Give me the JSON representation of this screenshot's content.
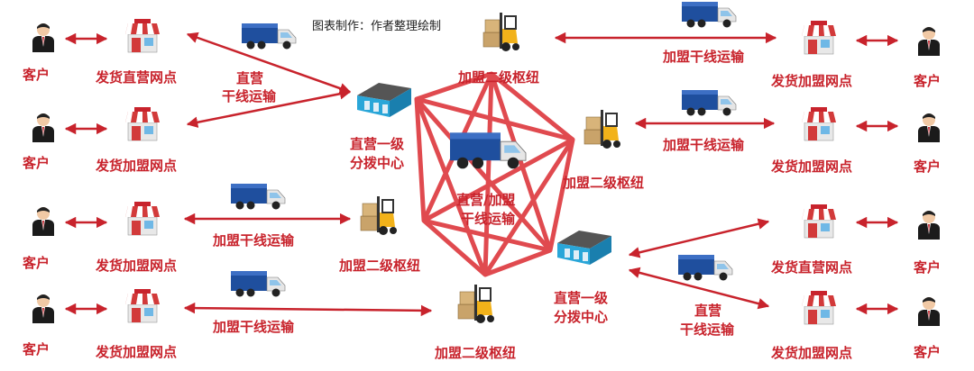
{
  "caption": "图表制作：作者整理绘制",
  "colors": {
    "accent": "#c8232c",
    "truck": "#1f4f9e",
    "warehouse": "#2aa6d8",
    "forklift": "#f2b21a",
    "box": "#c9a36a"
  },
  "labels": {
    "customer": "客户",
    "direct_outlet": "发货直营网点",
    "franchise_outlet": "发货加盟网点",
    "direct_center": [
      "直营一级",
      "分拨中心"
    ],
    "franchise_hub": "加盟二级枢纽",
    "direct_trunk": [
      "直营",
      "干线运输"
    ],
    "franchise_trunk": "加盟干线运输",
    "mixed_trunk": [
      "直营/加盟",
      "干线运输"
    ]
  },
  "icons": {
    "person": "person-icon",
    "shop": "shop-icon",
    "truck": "truck-icon",
    "warehouse": "warehouse-icon",
    "forklift": "forklift-icon"
  }
}
